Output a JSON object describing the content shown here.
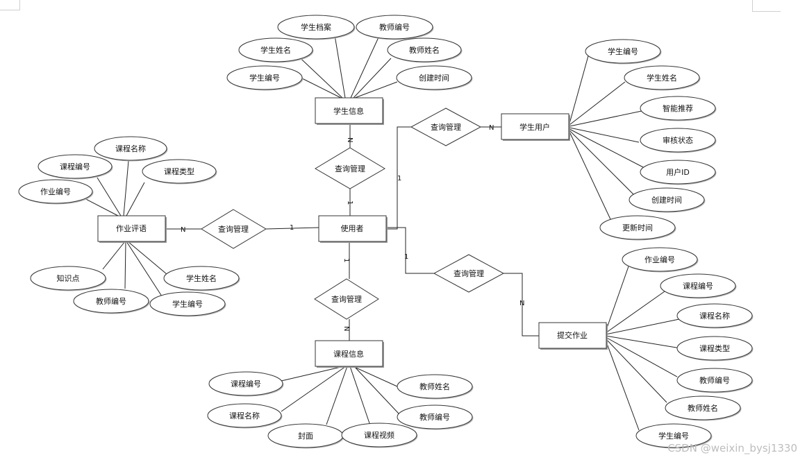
{
  "entities": {
    "user": "使用者",
    "student_info": "学生信息",
    "student_user": "学生用户",
    "homework_review": "作业评语",
    "course_info": "课程信息",
    "submit_homework": "提交作业"
  },
  "relationships": {
    "rel_top": "查询管理",
    "rel_student_user": "查询管理",
    "rel_left": "查询管理",
    "rel_bottom": "查询管理",
    "rel_submit": "查询管理"
  },
  "cardinalities": {
    "top_n": "N",
    "top_1": "1",
    "student_user_1": "1",
    "student_user_n": "N",
    "left_n": "N",
    "left_1": "1",
    "bottom_1": "1",
    "bottom_n": "N",
    "submit_1": "1",
    "submit_n": "N"
  },
  "attributes": {
    "student_info": [
      "学生档案",
      "教师编号",
      "学生姓名",
      "教师姓名",
      "学生编号",
      "创建时间"
    ],
    "student_user": [
      "学生编号",
      "学生姓名",
      "智能推荐",
      "审核状态",
      "用户ID",
      "创建时间",
      "更新时间"
    ],
    "homework_review": [
      "课程名称",
      "课程编号",
      "课程类型",
      "作业编号",
      "知识点",
      "学生姓名",
      "教师编号",
      "学生编号"
    ],
    "course_info": [
      "课程编号",
      "教师姓名",
      "课程名称",
      "教师编号",
      "封面",
      "课程视频"
    ],
    "submit_homework": [
      "作业编号",
      "课程编号",
      "课程名称",
      "课程类型",
      "教师编号",
      "教师姓名",
      "学生编号"
    ]
  },
  "watermark": "CSDN @weixin_bysj1330"
}
